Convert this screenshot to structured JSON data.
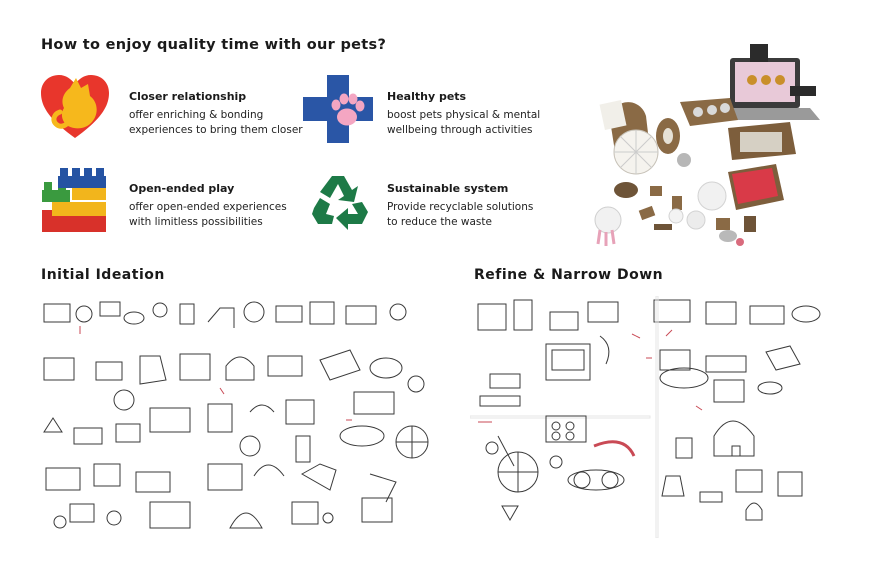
{
  "header": {
    "title": "How to enjoy quality time with our pets?"
  },
  "features": [
    {
      "title": "Closer relationship",
      "desc_line1": "offer enriching & bonding",
      "desc_line2": "experiences to bring them closer",
      "icon": "heart-cat-icon"
    },
    {
      "title": "Healthy pets",
      "desc_line1": "boost pets physical & mental",
      "desc_line2": "wellbeing through activities",
      "icon": "cross-paw-icon"
    },
    {
      "title": "Open-ended play",
      "desc_line1": "offer open-ended experiences",
      "desc_line2": "with limitless possibilities",
      "icon": "blocks-icon"
    },
    {
      "title": "Sustainable system",
      "desc_line1": "Provide recyclable solutions",
      "desc_line2": "to reduce the waste",
      "icon": "recycle-icon"
    }
  ],
  "sections": {
    "ideation": {
      "title": "Initial Ideation"
    },
    "refine": {
      "title": "Refine & Narrow Down"
    }
  },
  "colors": {
    "heart_red": "#e8362c",
    "cat_yellow": "#f6b81c",
    "cross_blue": "#2a56a6",
    "paw_pink": "#f4a6c2",
    "block_red": "#d8312a",
    "block_yellow": "#f2b51c",
    "block_green": "#3a9a3f",
    "block_blue": "#2553a3",
    "recycle_green": "#1d7a47",
    "cardboard": "#8a6a45"
  }
}
